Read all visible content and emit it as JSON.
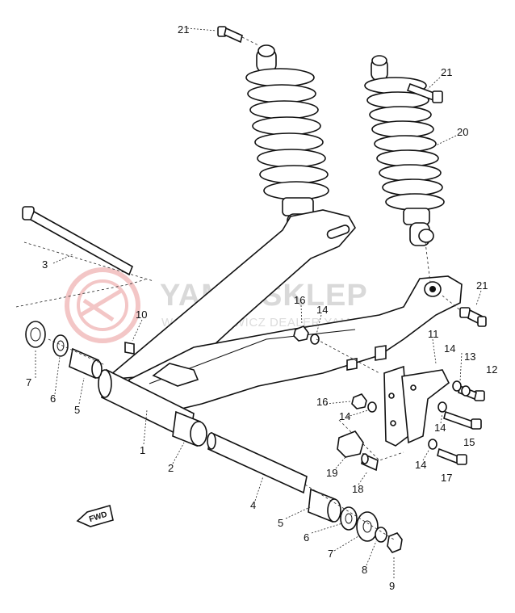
{
  "watermark": {
    "title": "YAMA-SKLEP",
    "subtitle": "WODNICHOWICZ DEALER YAMAHA"
  },
  "direction_label": "FWD",
  "callouts": [
    {
      "id": "c21a",
      "text": "21"
    },
    {
      "id": "c21b",
      "text": "21"
    },
    {
      "id": "c20",
      "text": "20"
    },
    {
      "id": "c3",
      "text": "3"
    },
    {
      "id": "c21c",
      "text": "21"
    },
    {
      "id": "c10",
      "text": "10"
    },
    {
      "id": "c16a",
      "text": "16"
    },
    {
      "id": "c14a",
      "text": "14"
    },
    {
      "id": "c11",
      "text": "11"
    },
    {
      "id": "c14b",
      "text": "14"
    },
    {
      "id": "c13",
      "text": "13"
    },
    {
      "id": "c12",
      "text": "12"
    },
    {
      "id": "c7a",
      "text": "7"
    },
    {
      "id": "c6a",
      "text": "6"
    },
    {
      "id": "c5a",
      "text": "5"
    },
    {
      "id": "c16b",
      "text": "16"
    },
    {
      "id": "c14c",
      "text": "14"
    },
    {
      "id": "c14d",
      "text": "14"
    },
    {
      "id": "c15",
      "text": "15"
    },
    {
      "id": "c1",
      "text": "1"
    },
    {
      "id": "c2",
      "text": "2"
    },
    {
      "id": "c19",
      "text": "19"
    },
    {
      "id": "c18",
      "text": "18"
    },
    {
      "id": "c14e",
      "text": "14"
    },
    {
      "id": "c17",
      "text": "17"
    },
    {
      "id": "c4",
      "text": "4"
    },
    {
      "id": "c5b",
      "text": "5"
    },
    {
      "id": "c6b",
      "text": "6"
    },
    {
      "id": "c7b",
      "text": "7"
    },
    {
      "id": "c8",
      "text": "8"
    },
    {
      "id": "c9",
      "text": "9"
    }
  ]
}
